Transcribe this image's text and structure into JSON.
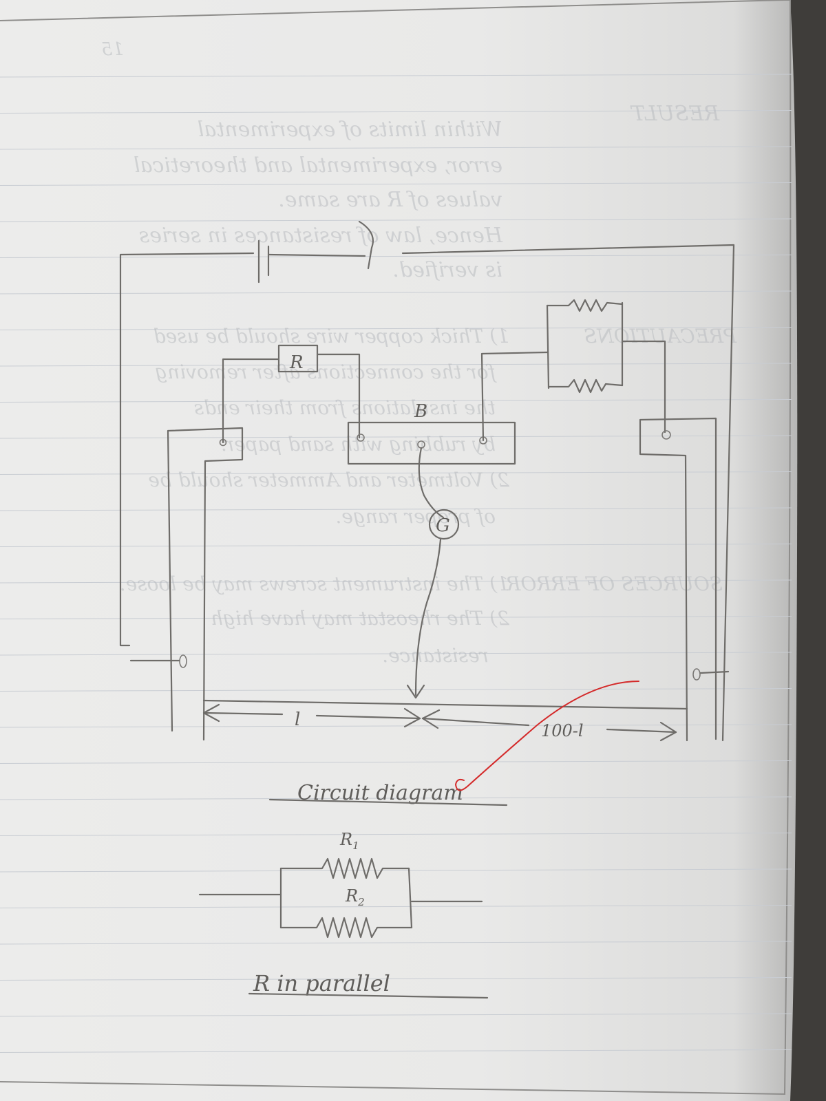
{
  "labels": {
    "resistor_r": "R",
    "node_b": "B",
    "galvanometer": "G",
    "length_left": "l",
    "length_right": "100-l",
    "caption_circuit": "Circuit diagram",
    "r1": "R",
    "r1_sub": "1",
    "r2": "R",
    "r2_sub": "2",
    "caption_parallel": "R in parallel"
  },
  "bleed_through": {
    "page_number": "15",
    "heading_result": "RESULT",
    "lines": [
      "Within limits of experimental",
      "error, experimental and theoretical",
      "values of R are same.",
      "Hence, law of resistances in series",
      "is verified."
    ],
    "heading_precautions": "PRECAUTIONS",
    "precautions": [
      "1) Thick copper wire should be used",
      "for the connections after removing",
      "the insulations from their ends",
      "by rubbing with sand paper.",
      "2) Voltmeter and Ammeter should be",
      "of proper range."
    ],
    "heading_sources": "SOURCES OF ERROR",
    "sources": [
      "1) The instrument screws may be loose.",
      "2) The rheostat may have high",
      "resistance."
    ]
  },
  "colors": {
    "paper": "#efefef",
    "pencil": "#6e6c69",
    "red_check": "#d42a2a"
  }
}
